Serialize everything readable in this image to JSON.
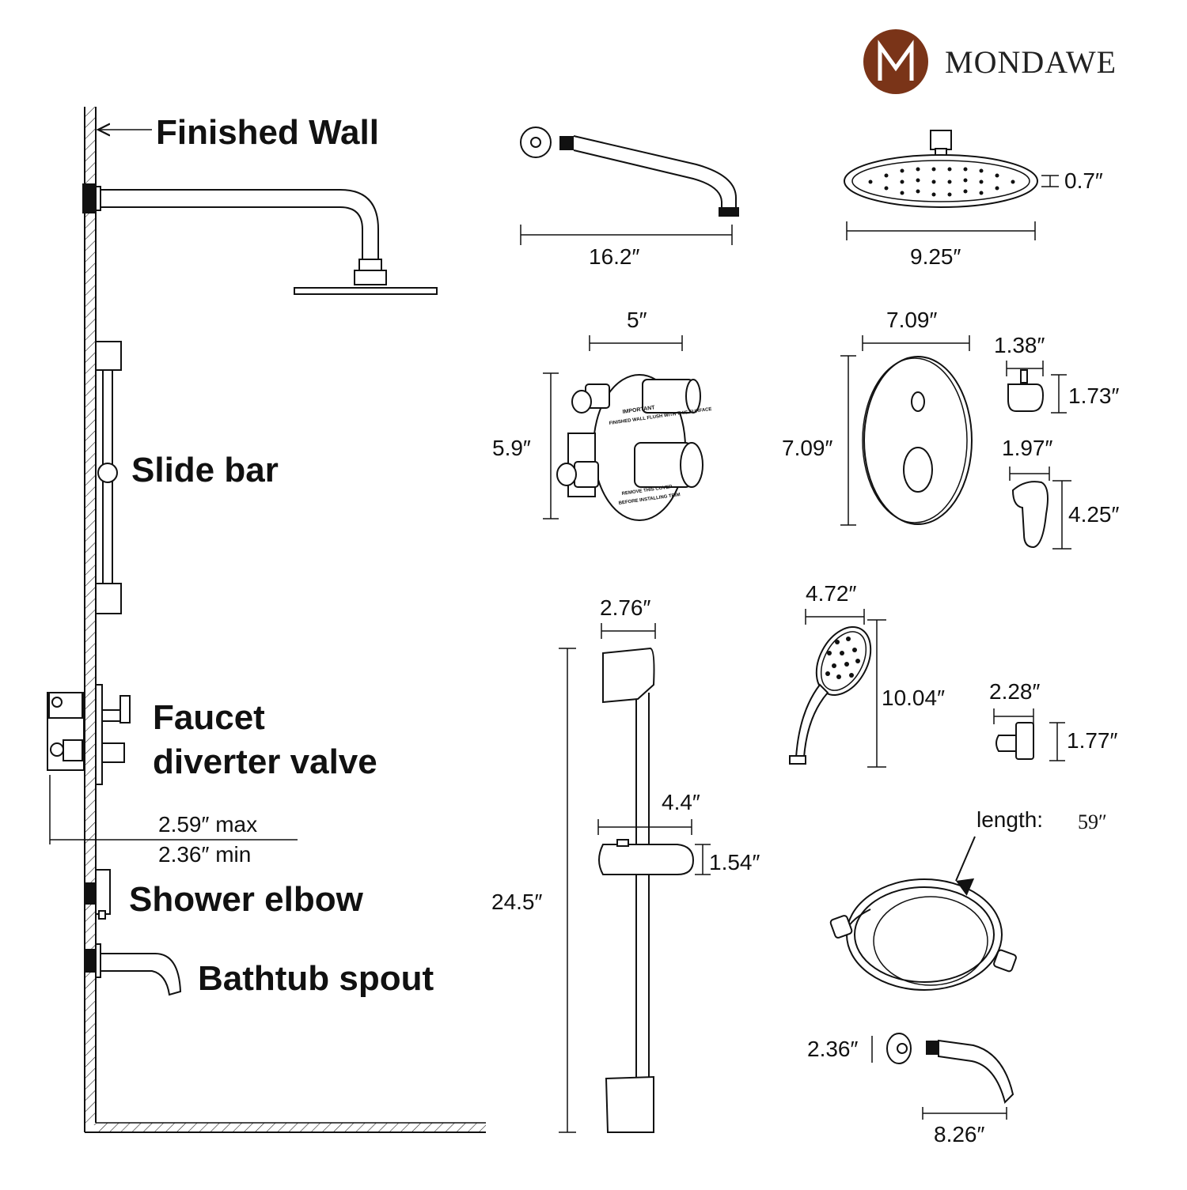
{
  "brand": {
    "name": "MONDAWE",
    "logo_letter": "M",
    "color": "#7a3418"
  },
  "labels": {
    "finished_wall": "Finished Wall",
    "slide_bar": "Slide bar",
    "faucet": "Faucet",
    "diverter_valve": "diverter valve",
    "shower_elbow": "Shower elbow",
    "bathtub_spout": "Bathtub spout",
    "wall_max": "2.59″ max",
    "wall_min": "2.36″ min"
  },
  "dimensions": {
    "shower_arm_length": "16.2″",
    "shower_head_diameter": "9.25″",
    "shower_head_thickness": "0.7″",
    "valve_width": "5″",
    "valve_height": "5.9″",
    "trim_width": "7.09″",
    "trim_height": "7.09″",
    "knob_width": "1.38″",
    "knob_height": "1.73″",
    "lever_width": "1.97″",
    "lever_height": "4.25″",
    "slide_bar_top_width": "2.76″",
    "slide_bar_length": "24.5″",
    "slide_holder_width": "4.4″",
    "slide_holder_height": "1.54″",
    "handheld_width": "4.72″",
    "handheld_length": "10.04″",
    "elbow_width": "2.28″",
    "elbow_height": "1.77″",
    "hose_length_label": "length:",
    "hose_length": "59″",
    "spout_flange": "2.36″",
    "spout_length": "8.26″"
  },
  "valve_text": {
    "line1": "IMPORTANT",
    "line2": "FINISHED WALL FLUSH WITH THIS SURFACE",
    "line3": "REMOVE THIS COVER",
    "line4": "BEFORE INSTALLING TRIM"
  },
  "icons": {
    "logo": "mondawe-logo-icon",
    "wall": "finished-wall-icon",
    "shower_head": "rain-shower-head-icon",
    "handheld": "handheld-shower-icon",
    "hose": "shower-hose-icon"
  }
}
